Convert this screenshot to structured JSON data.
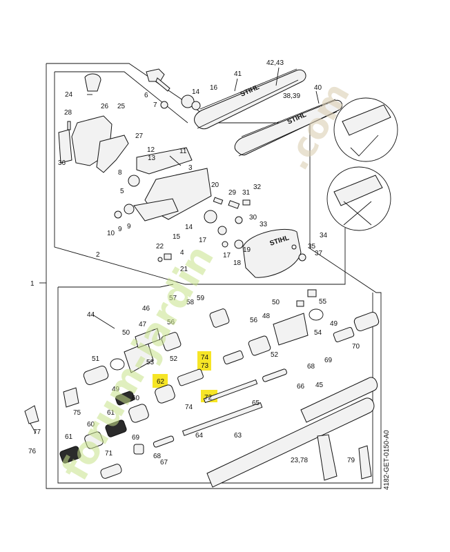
{
  "callouts": {
    "c1": "1",
    "c2": "2",
    "c3": "3",
    "c4": "4",
    "c5": "5",
    "c6": "6",
    "c7": "7",
    "c8": "8",
    "c9a": "9",
    "c9b": "9",
    "c10": "10",
    "c11": "11",
    "c12": "12",
    "c13": "13",
    "c14a": "14",
    "c14b": "14",
    "c15": "15",
    "c16": "16",
    "c17a": "17",
    "c17b": "17",
    "c18": "18",
    "c19": "19",
    "c20": "20",
    "c21": "21",
    "c22": "22",
    "c23_78": "23,78",
    "c24": "24",
    "c25": "25",
    "c26": "26",
    "c27": "27",
    "c28": "28",
    "c29": "29",
    "c30": "30",
    "c31": "31",
    "c32": "32",
    "c33": "33",
    "c34": "34",
    "c35": "35",
    "c36": "36",
    "c37": "37",
    "c38_39": "38,39",
    "c40": "40",
    "c41": "41",
    "c42_43": "42,43",
    "c44": "44",
    "c45": "45",
    "c46": "46",
    "c47": "47",
    "c48": "48",
    "c49a": "49",
    "c49b": "49",
    "c50a": "50",
    "c50b": "50",
    "c51": "51",
    "c52a": "52",
    "c52b": "52",
    "c53": "53",
    "c54": "54",
    "c55": "55",
    "c56a": "56",
    "c56b": "56",
    "c57": "57",
    "c58": "58",
    "c59": "59",
    "c60a": "60",
    "c60b": "60",
    "c61a": "61",
    "c61b": "61",
    "c62": "62",
    "c63": "63",
    "c64": "64",
    "c65": "65",
    "c66": "66",
    "c67": "67",
    "c68a": "68",
    "c68b": "68",
    "c69a": "69",
    "c69b": "69",
    "c70": "70",
    "c71": "71",
    "c72": "72",
    "c73": "73",
    "c74a": "74",
    "c74b": "74",
    "c75": "75",
    "c76": "76",
    "c77": "77",
    "c79": "79"
  },
  "brand": {
    "bar1": "STIHL",
    "bar2": "STIHL",
    "cover": "STIHL"
  },
  "code": "4182-GET-0150-A0",
  "watermark": {
    "left": "forum-jardin",
    "right": ".com"
  },
  "colors": {
    "highlight": "#f5e100",
    "watermark_green": "#c8e28a",
    "watermark_tan": "#dccfb4"
  }
}
